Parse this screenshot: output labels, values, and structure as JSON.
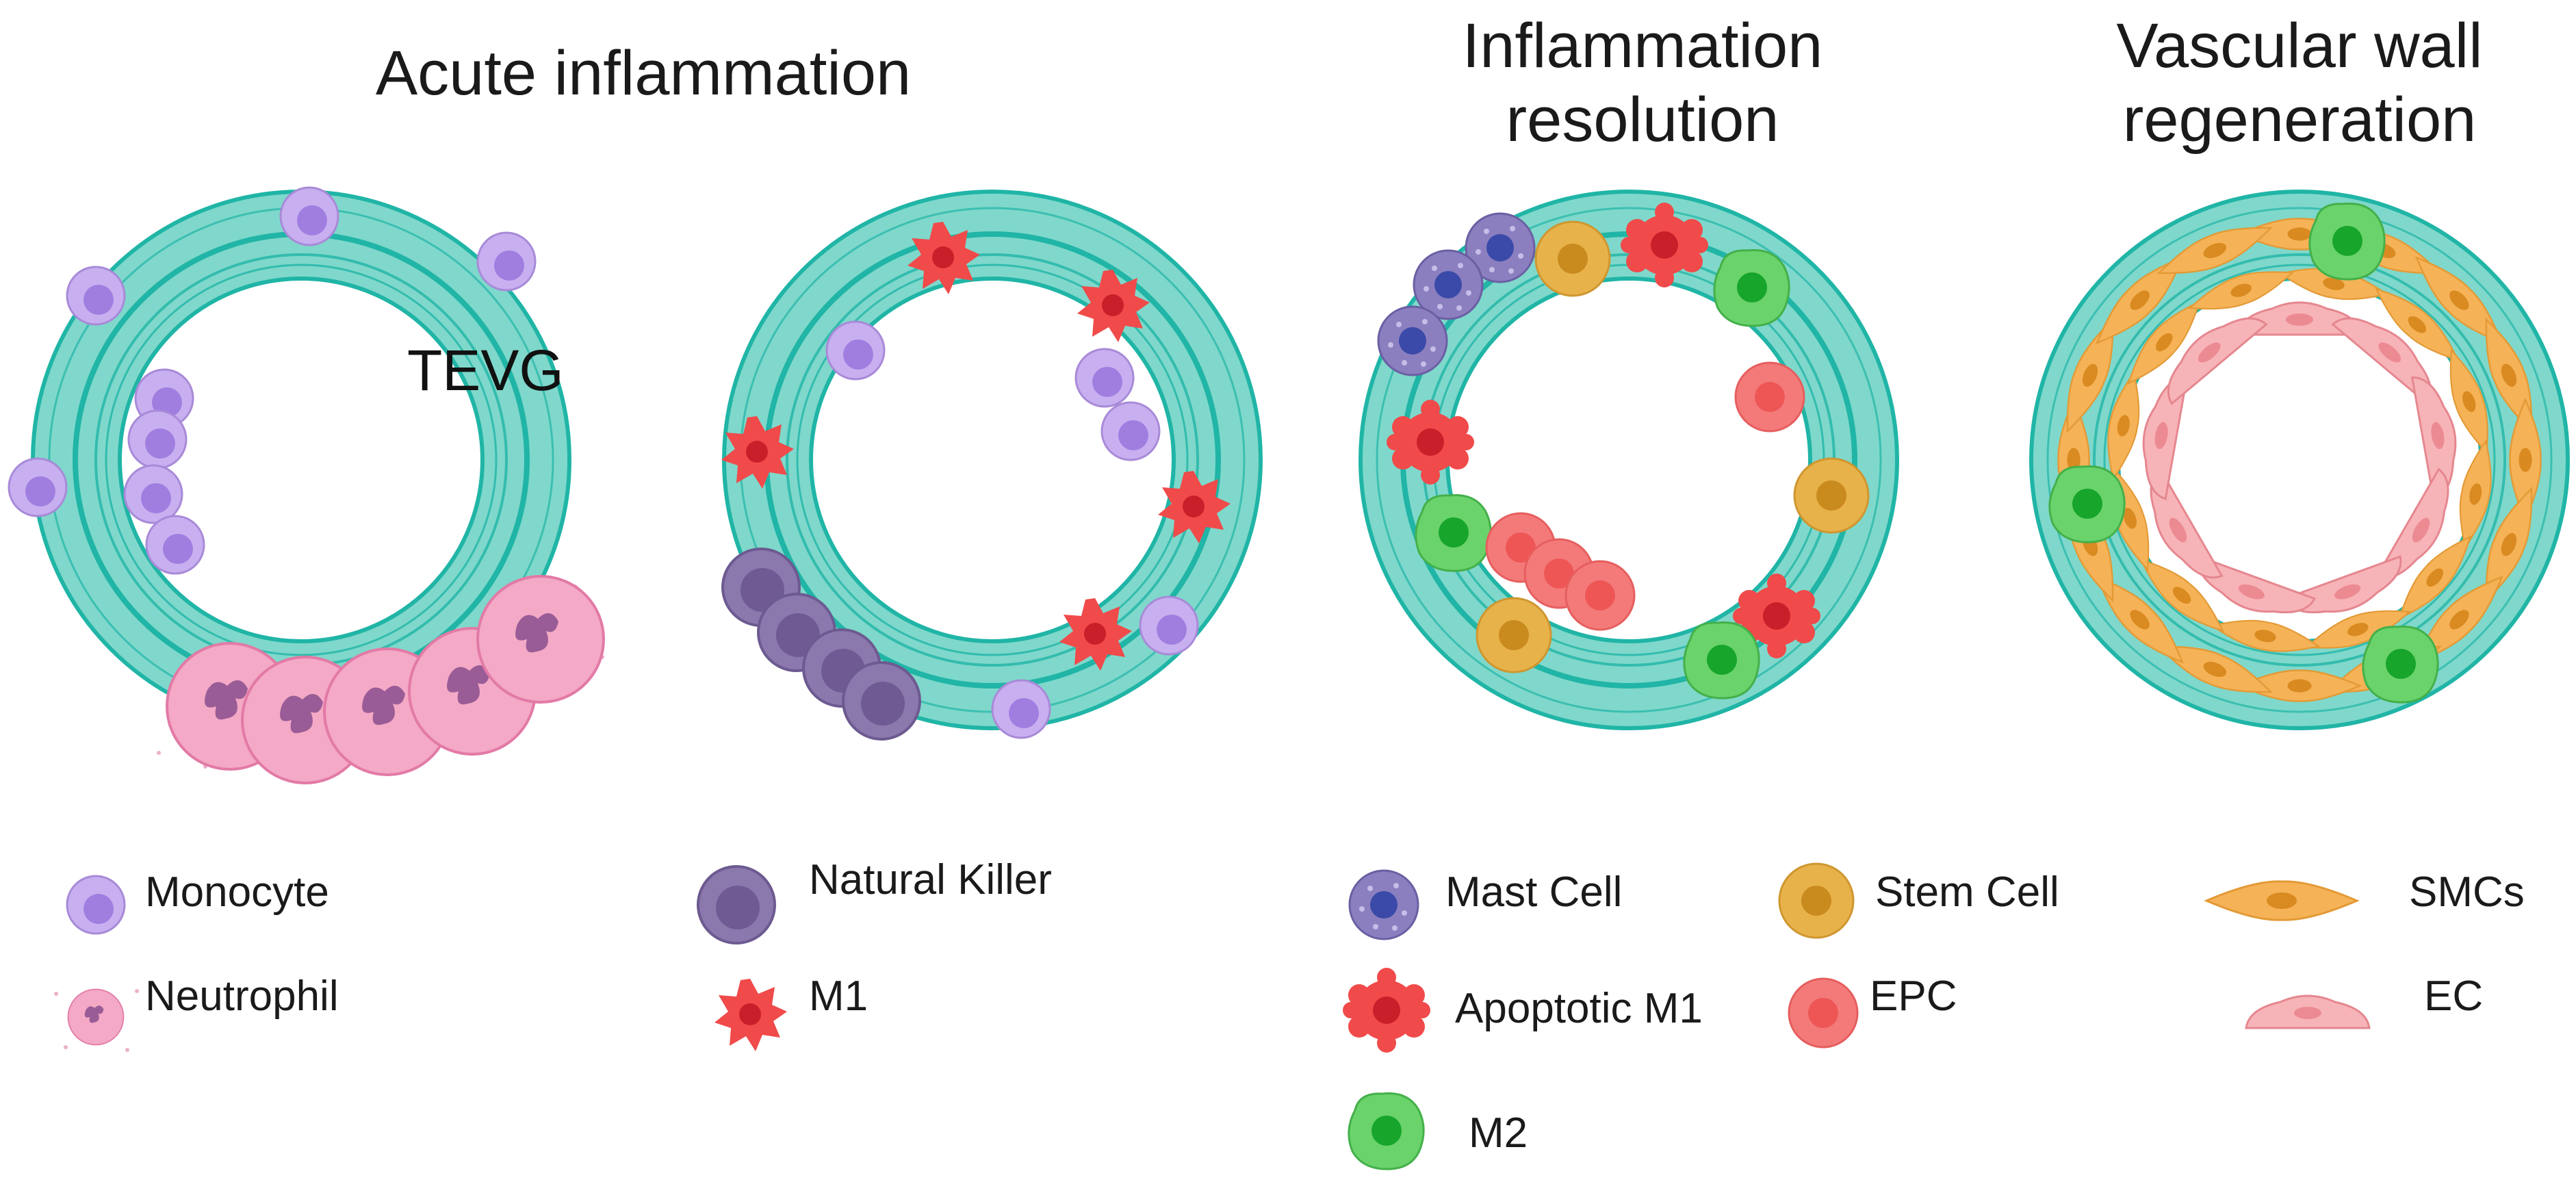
{
  "titles": {
    "acute": "Acute inflammation",
    "resolution_line1": "Inflammation",
    "resolution_line2": "resolution",
    "regeneration_line1": "Vascular wall",
    "regeneration_line2": "regeneration"
  },
  "vessel_label": "TEVG",
  "legend": {
    "monocyte": "Monocyte",
    "neutrophil": "Neutrophil",
    "natural_killer": "Natural Killer",
    "m1": "M1",
    "mast_cell": "Mast Cell",
    "apoptotic_m1": "Apoptotic M1",
    "m2": "M2",
    "stem_cell": "Stem Cell",
    "epc": "EPC",
    "smcs": "SMCs",
    "ec": "EC"
  },
  "colors": {
    "vessel_fill": "#7fd8cb",
    "vessel_line": "#20b5a6",
    "monocyte": "#c8b0f0",
    "monocyte_nucleus": "#a07ee0",
    "neutrophil": "#f4a9c6",
    "neutrophil_nucleus": "#9a5c96",
    "natural_killer": "#8b78ad",
    "natural_killer_nucleus": "#6f5a93",
    "m1": "#f04a4a",
    "m1_nucleus": "#c81f2a",
    "mast_cell": "#8c7fc0",
    "mast_nucleus": "#3b4aa8",
    "m2": "#6bd36b",
    "m2_nucleus": "#17a52c",
    "stem_cell": "#e8b24a",
    "stem_nucleus": "#c98a1e",
    "epc": "#f47a7a",
    "smc": "#f5b257",
    "smc_nucleus": "#d98a20",
    "ec": "#f7b4b8",
    "ec_nucleus": "#ec8a92"
  }
}
